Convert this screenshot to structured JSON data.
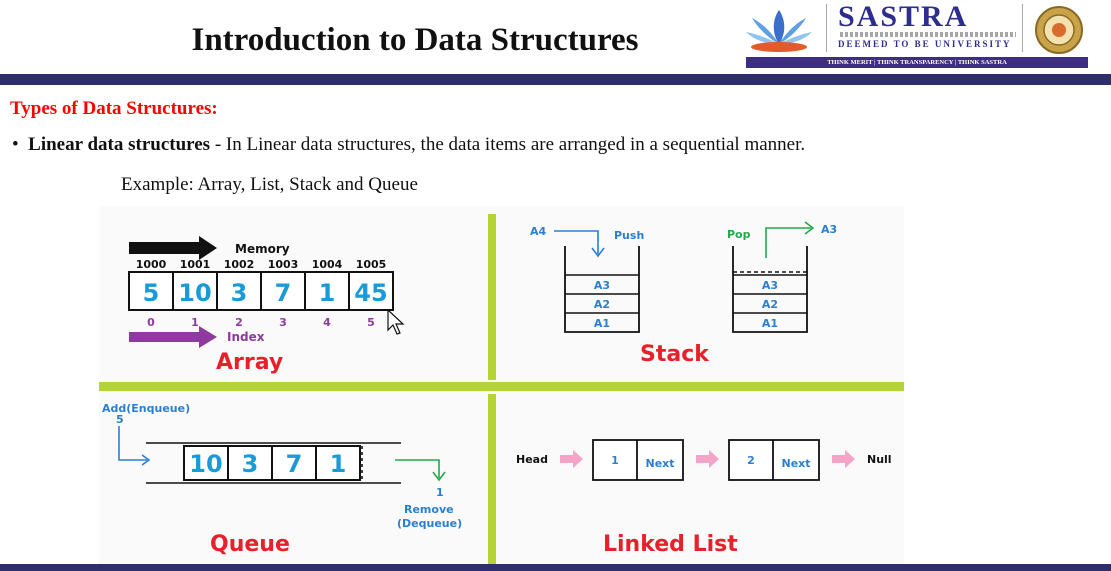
{
  "header": {
    "title": "Introduction to Data Structures",
    "logo": {
      "name": "SASTRA",
      "deemed": "DEEMED TO BE UNIVERSITY",
      "tagline": "THINK MERIT | THINK TRANSPARENCY | THINK SASTRA"
    }
  },
  "content": {
    "subheading": "Types of Data Structures:",
    "bullet_term": "Linear data structures",
    "bullet_text": " - In Linear data structures, the data items are arranged in a sequential manner.",
    "example": "Example: Array, List, Stack and Queue"
  },
  "diagram": {
    "array": {
      "title": "Array",
      "memory_label": "Memory",
      "index_label": "Index",
      "addresses": [
        "1000",
        "1001",
        "1002",
        "1003",
        "1004",
        "1005"
      ],
      "values": [
        "5",
        "10",
        "3",
        "7",
        "1",
        "45"
      ],
      "indices": [
        "0",
        "1",
        "2",
        "3",
        "4",
        "5"
      ]
    },
    "stack": {
      "title": "Stack",
      "push_item": "A4",
      "push_label": "Push",
      "pop_label": "Pop",
      "pop_item": "A3",
      "left_items": [
        "A3",
        "A2",
        "A1"
      ],
      "right_items": [
        "A3",
        "A2",
        "A1"
      ]
    },
    "queue": {
      "title": "Queue",
      "enqueue_label": "Add(Enqueue)",
      "enqueue_value": "5",
      "values": [
        "10",
        "3",
        "7",
        "1"
      ],
      "dequeue_value": "1",
      "remove_label": "Remove",
      "dequeue_label": "(Dequeue)"
    },
    "linked_list": {
      "title": "Linked List",
      "head_label": "Head",
      "null_label": "Null",
      "nodes": [
        {
          "value": "1",
          "next": "Next"
        },
        {
          "value": "2",
          "next": "Next"
        }
      ]
    },
    "colors": {
      "value_blue": "#1a9bd7",
      "title_red": "#e8202a",
      "divider_green": "#b4d334",
      "index_purple": "#8e3a9e",
      "link_pink": "#f5a3c7",
      "stack_green": "#22a94a",
      "label_blue": "#2a7fcf"
    }
  }
}
